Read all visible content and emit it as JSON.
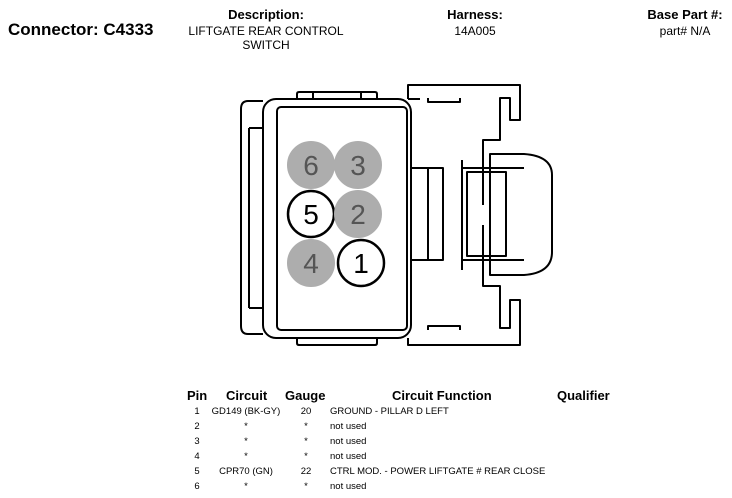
{
  "header": {
    "connector_label": "Connector: C4333",
    "description_title": "Description:",
    "description_lines": [
      "LIFTGATE REAR CONTROL",
      "SWITCH"
    ],
    "harness_title": "Harness:",
    "harness_value": "14A005",
    "base_part_title": "Base Part #:",
    "base_part_value": "part# N/A"
  },
  "connector_pins": [
    {
      "pin": "6",
      "used": false
    },
    {
      "pin": "3",
      "used": false
    },
    {
      "pin": "5",
      "used": true
    },
    {
      "pin": "2",
      "used": false
    },
    {
      "pin": "4",
      "used": false
    },
    {
      "pin": "1",
      "used": true
    }
  ],
  "colors": {
    "unused_pin": "#adadad",
    "used_pin": "#ffffff",
    "outline": "#000000"
  },
  "table": {
    "headers": {
      "pin": "Pin",
      "circuit": "Circuit",
      "gauge": "Gauge",
      "function": "Circuit Function",
      "qualifier": "Qualifier"
    },
    "rows": [
      {
        "pin": "1",
        "circuit": "GD149 (BK-GY)",
        "gauge": "20",
        "function": "GROUND - PILLAR D LEFT"
      },
      {
        "pin": "2",
        "circuit": "*",
        "gauge": "*",
        "function": "not used"
      },
      {
        "pin": "3",
        "circuit": "*",
        "gauge": "*",
        "function": "not used"
      },
      {
        "pin": "4",
        "circuit": "*",
        "gauge": "*",
        "function": "not used"
      },
      {
        "pin": "5",
        "circuit": "CPR70 (GN)",
        "gauge": "22",
        "function": "CTRL MOD. - POWER LIFTGATE # REAR CLOSE"
      },
      {
        "pin": "6",
        "circuit": "*",
        "gauge": "*",
        "function": "not used"
      }
    ]
  }
}
